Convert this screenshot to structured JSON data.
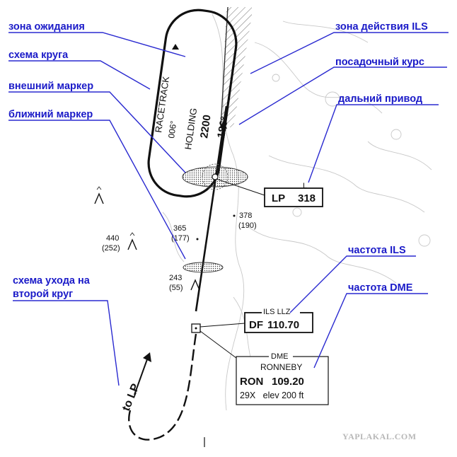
{
  "annotations": {
    "holding_area": "зона ожидания",
    "circuit": "схема круга",
    "outer_marker": "внешний маркер",
    "inner_marker": "ближний маркер",
    "go_around": "схема ухода на второй круг",
    "ils_zone": "зона действия ILS",
    "landing_course": "посадочный курс",
    "far_ndb": "дальний привод",
    "ils_frequency": "частота ILS",
    "dme_frequency": "частота DME"
  },
  "holding": {
    "racetrack": "RACETRACK",
    "course": "006°",
    "label": "HOLDING",
    "altitude": "2200"
  },
  "final_course": "186°",
  "ndb": {
    "marker_letter": "L",
    "ident": "LP",
    "freq": "318"
  },
  "obstacles": [
    {
      "elev": "378",
      "height": "(190)"
    },
    {
      "elev": "365",
      "height": "(177)"
    },
    {
      "elev": "440",
      "height": "(252)"
    },
    {
      "elev": "243",
      "height": "(55)"
    }
  ],
  "localizer": {
    "title": "ILS LLZ",
    "ident": "DF",
    "freq": "110.70"
  },
  "dme": {
    "title": "DME",
    "name": "RONNEBY",
    "ident": "RON",
    "freq": "109.20",
    "info": "29X   elev 200 ft"
  },
  "go_around_path_label": "to LP",
  "watermark": "YAPLAKAL.COM"
}
